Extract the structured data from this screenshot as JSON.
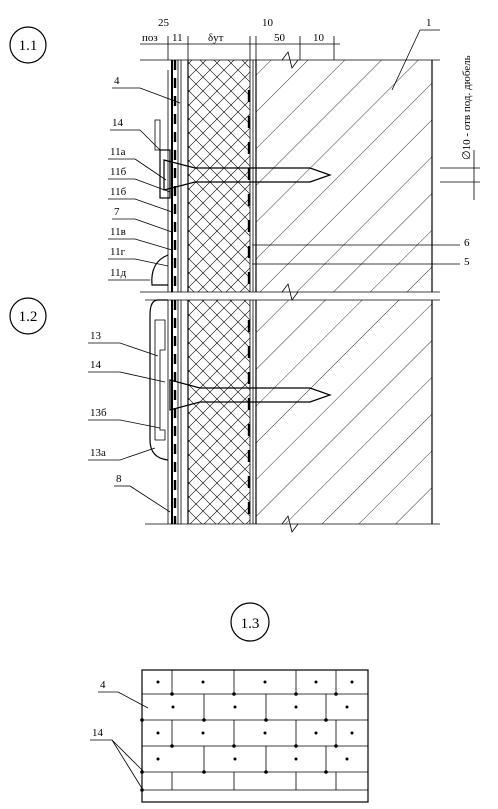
{
  "section_labels": {
    "s1": "1.1",
    "s2": "1.2",
    "s3": "1.3"
  },
  "dimensions": {
    "top_left": "25",
    "poz": "поз",
    "d11": "11",
    "delta": "δут",
    "d10a": "10",
    "d50": "50",
    "d10b": "10"
  },
  "hole_note": "∅10 - отв под. дюбель",
  "callouts_section1": [
    {
      "id": "1",
      "text": "1"
    },
    {
      "id": "4",
      "text": "4"
    },
    {
      "id": "14",
      "text": "14"
    },
    {
      "id": "11a",
      "text": "11а"
    },
    {
      "id": "11b1",
      "text": "11б"
    },
    {
      "id": "11b2",
      "text": "11б"
    },
    {
      "id": "7",
      "text": "7"
    },
    {
      "id": "11v",
      "text": "11в"
    },
    {
      "id": "11g",
      "text": "11г"
    },
    {
      "id": "11d",
      "text": "11д"
    },
    {
      "id": "6",
      "text": "6"
    },
    {
      "id": "5",
      "text": "5"
    }
  ],
  "callouts_section2": [
    {
      "id": "13",
      "text": "13"
    },
    {
      "id": "14b",
      "text": "14"
    },
    {
      "id": "13b",
      "text": "13б"
    },
    {
      "id": "13a",
      "text": "13а"
    },
    {
      "id": "8",
      "text": "8"
    }
  ],
  "callouts_section3": [
    {
      "id": "4c",
      "text": "4"
    },
    {
      "id": "14c",
      "text": "14"
    }
  ]
}
